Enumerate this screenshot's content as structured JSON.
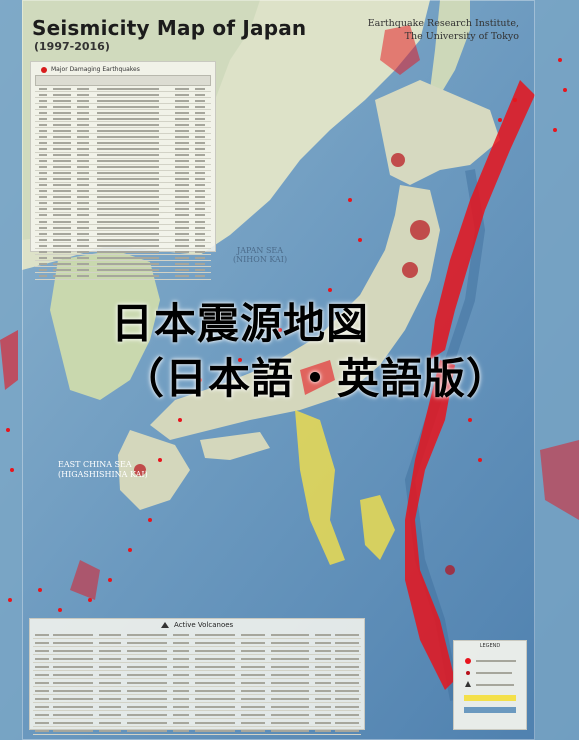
{
  "poster": {
    "title": "Seismicity Map of Japan",
    "period": "(1997-2016)",
    "institute_line1": "Earthquake Research Institute,",
    "institute_line2": "The University of Tokyo",
    "earthquake_table_title": "Major Damaging Earthquakes",
    "volcano_table_title": "Active Volcanoes",
    "sea_japan_line1": "JAPAN SEA",
    "sea_japan_line2": "(NIHON KAI)",
    "sea_east_china_line1": "EAST CHINA SEA",
    "sea_east_china_line2": "(HIGASHISHINA KAI)",
    "legend_title": "LEGEND"
  },
  "overlay": {
    "line1": "日本震源地図",
    "line2": "（日本語・英語版）"
  },
  "colors": {
    "ocean": "#6f9fc2",
    "land": "#d9dcc4",
    "earthquake": "#e8141c",
    "volcanic_zone": "#f4e04a"
  },
  "icons": {
    "earthquake_marker": "red-dot-icon",
    "volcano_marker": "triangle-icon"
  }
}
